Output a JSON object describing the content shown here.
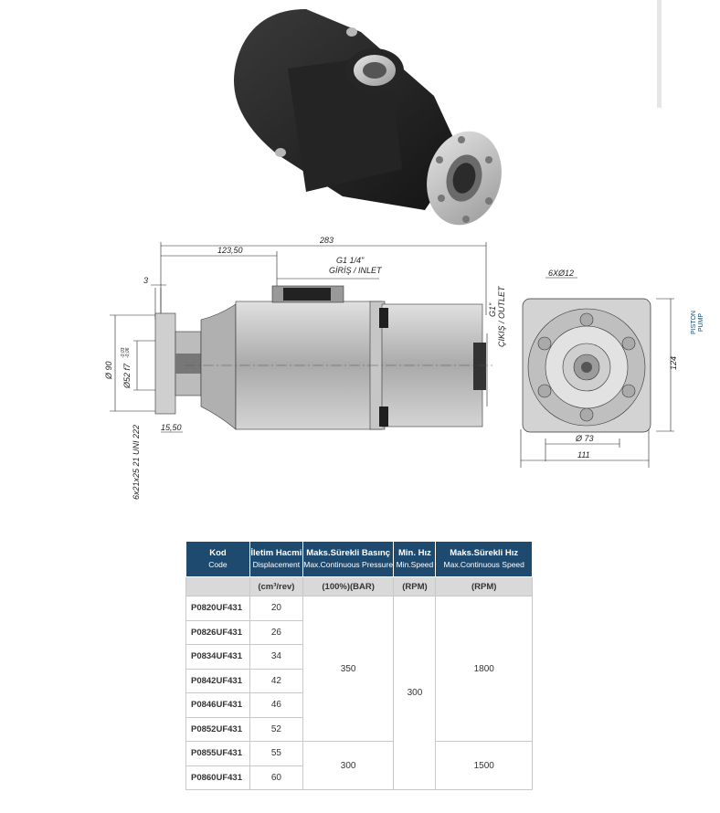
{
  "side_label": "PISTON\nPUMP",
  "drawing": {
    "overall_length": "283",
    "inlet_distance": "123,50",
    "inlet_thread": "G1 1/4\"",
    "inlet_label": "GİRİŞ / INLET",
    "flange_width": "3",
    "dia_90": "Ø 90",
    "dia_52": "Ø52 f7",
    "tol_upper": "-0,03",
    "tol_lower": "-0,06",
    "spline": "6x21x25 21 UNI 222",
    "shaft_offset": "15,50",
    "outlet_thread": "G1\"",
    "outlet_label": "ÇIKIŞ / OUTLET",
    "holes": "6XØ12",
    "height": "124",
    "dia_73": "Ø 73",
    "width": "111"
  },
  "table": {
    "headers": [
      {
        "tr": "Kod",
        "en": "Code"
      },
      {
        "tr": "İletim Hacmi",
        "en": "Displacement"
      },
      {
        "tr": "Maks.Sürekli Basınç",
        "en": "Max.Continuous Pressure"
      },
      {
        "tr": "Min. Hız",
        "en": "Min.Speed"
      },
      {
        "tr": "Maks.Sürekli Hız",
        "en": "Max.Continuous Speed"
      }
    ],
    "units": [
      "",
      "(cm³/rev)",
      "(100%)(BAR)",
      "(RPM)",
      "(RPM)"
    ],
    "rows": [
      {
        "code": "P0820UF431",
        "disp": "20"
      },
      {
        "code": "P0826UF431",
        "disp": "26"
      },
      {
        "code": "P0834UF431",
        "disp": "34"
      },
      {
        "code": "P0842UF431",
        "disp": "42"
      },
      {
        "code": "P0846UF431",
        "disp": "46"
      },
      {
        "code": "P0852UF431",
        "disp": "52"
      },
      {
        "code": "P0855UF431",
        "disp": "55"
      },
      {
        "code": "P0860UF431",
        "disp": "60"
      }
    ],
    "pressure_a": "350",
    "pressure_b": "300",
    "min_speed": "300",
    "max_speed_a": "1800",
    "max_speed_b": "1500"
  }
}
